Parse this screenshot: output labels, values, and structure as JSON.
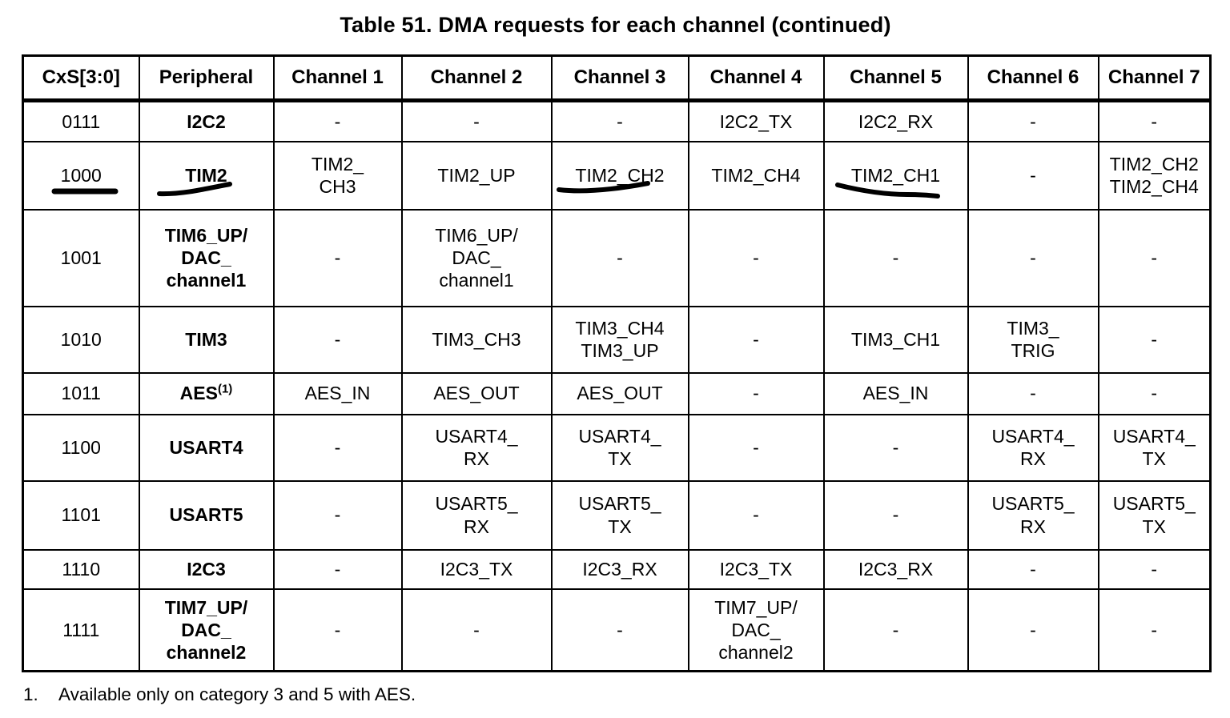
{
  "title": "Table 51. DMA requests for each channel (continued)",
  "table": {
    "columns": [
      "CxS[3:0]",
      "Peripheral",
      "Channel 1",
      "Channel 2",
      "Channel 3",
      "Channel 4",
      "Channel 5",
      "Channel 6",
      "Channel 7"
    ],
    "rows": [
      {
        "cxs": "0111",
        "peripheral": "I2C2",
        "channels": [
          "-",
          "-",
          "-",
          "I2C2_TX",
          "I2C2_RX",
          "-",
          "-"
        ]
      },
      {
        "cxs": "1000",
        "peripheral": "TIM2",
        "channels": [
          "TIM2_\nCH3",
          "TIM2_UP",
          "TIM2_CH2",
          "TIM2_CH4",
          "TIM2_CH1",
          "-",
          "TIM2_CH2\nTIM2_CH4"
        ]
      },
      {
        "cxs": "1001",
        "peripheral": "TIM6_UP/\nDAC_\nchannel1",
        "channels": [
          "-",
          "TIM6_UP/\nDAC_\nchannel1",
          "-",
          "-",
          "-",
          "-",
          "-"
        ]
      },
      {
        "cxs": "1010",
        "peripheral": "TIM3",
        "channels": [
          "-",
          "TIM3_CH3",
          "TIM3_CH4\nTIM3_UP",
          "-",
          "TIM3_CH1",
          "TIM3_\nTRIG",
          "-"
        ]
      },
      {
        "cxs": "1011",
        "peripheral": "AES",
        "peripheral_sup": "(1)",
        "channels": [
          "AES_IN",
          "AES_OUT",
          "AES_OUT",
          "-",
          "AES_IN",
          "-",
          "-"
        ]
      },
      {
        "cxs": "1100",
        "peripheral": "USART4",
        "channels": [
          "-",
          "USART4_\nRX",
          "USART4_\nTX",
          "-",
          "-",
          "USART4_\nRX",
          "USART4_\nTX"
        ]
      },
      {
        "cxs": "1101",
        "peripheral": "USART5",
        "channels": [
          "-",
          "USART5_\nRX",
          "USART5_\nTX",
          "-",
          "-",
          "USART5_\nRX",
          "USART5_\nTX"
        ]
      },
      {
        "cxs": "1110",
        "peripheral": "I2C3",
        "channels": [
          "-",
          "I2C3_TX",
          "I2C3_RX",
          "I2C3_TX",
          "I2C3_RX",
          "-",
          "-"
        ]
      },
      {
        "cxs": "1111",
        "peripheral": "TIM7_UP/\nDAC_\nchannel2",
        "channels": [
          "-",
          "-",
          "-",
          "TIM7_UP/\nDAC_\nchannel2",
          "-",
          "-",
          "-"
        ]
      }
    ]
  },
  "footnote": {
    "marker": "1.",
    "text": "Available only on category 3 and 5 with AES."
  },
  "annotations": {
    "pen_marks": [
      {
        "name": "underline-1000",
        "target": "1000"
      },
      {
        "name": "underline-tim2",
        "target": "TIM2"
      },
      {
        "name": "underline-tim2-ch2",
        "target": "TIM2_CH2"
      },
      {
        "name": "underline-tim2-ch1",
        "target": "TIM2_CH1"
      }
    ]
  },
  "colors": {
    "text": "#000000",
    "border": "#000000",
    "background": "#ffffff",
    "pen": "#000000"
  }
}
